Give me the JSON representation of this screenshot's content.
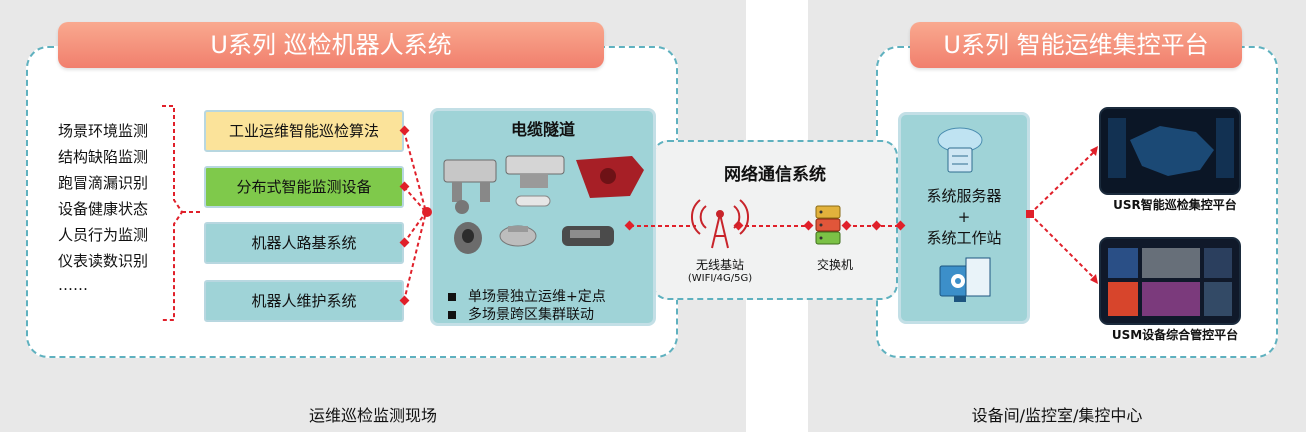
{
  "left_zone": {
    "banner": "U系列  巡检机器人系统",
    "capabilities": [
      "场景环境监测",
      "结构缺陷监测",
      "跑冒滴漏识别",
      "设备健康状态",
      "人员行为监测",
      "仪表读数识别",
      "……"
    ],
    "functions": [
      "工业运维智能巡检算法",
      "分布式智能监测设备",
      "机器人路基系统",
      "机器人维护系统"
    ],
    "function_colors": [
      "#fbe39a",
      "#7fc94b",
      "#9fd3d7",
      "#9fd3d7"
    ],
    "tunnel": {
      "title": "电缆隧道",
      "bullets": [
        "单场景独立运维+定点",
        "多场景跨区集群联动"
      ]
    },
    "footer": "运维巡检监测现场"
  },
  "network": {
    "title": "网络通信系统",
    "station_label": "无线基站",
    "station_sub": "(WIFI/4G/5G)",
    "switch_label": "交换机"
  },
  "right_zone": {
    "banner": "U系列  智能运维集控平台",
    "server_lines": [
      "系统服务器",
      "+",
      "系统工作站"
    ],
    "platforms": [
      "USR智能巡检集控平台",
      "USM设备综合管控平台"
    ],
    "footer": "设备间/监控室/集控中心"
  },
  "colors": {
    "connector": "#e0202a",
    "banner": "#f17f6d",
    "teal": "#9fd3d7",
    "dash": "#5fb1bf"
  }
}
